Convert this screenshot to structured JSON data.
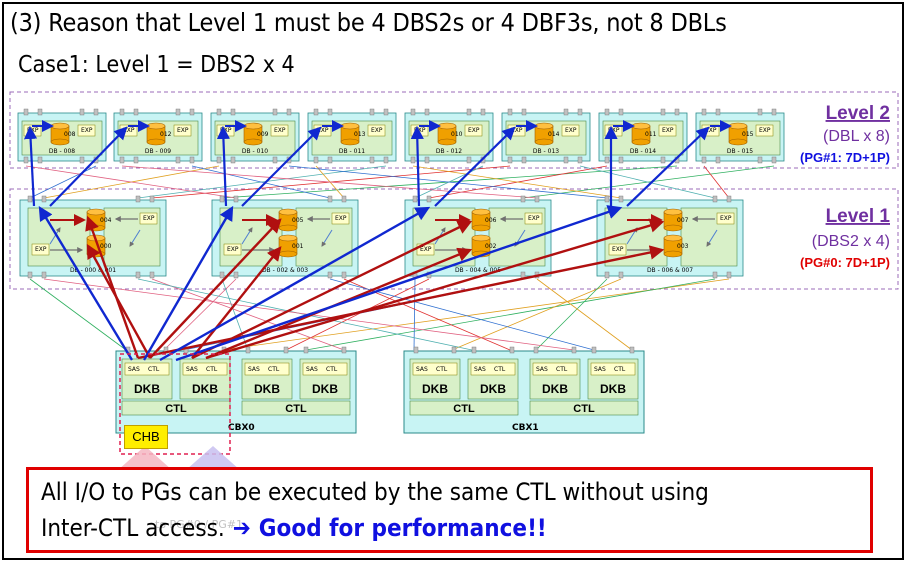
{
  "title": "(3) Reason that Level 1 must be 4 DBS2s or 4 DBF3s, not 8 DBLs",
  "subtitle": "Case1: Level 1 = DBS2 x 4",
  "level2": {
    "title": "Level 2",
    "desc": "(DBL x 8)",
    "pg": "(PG#1: 7D+1P)",
    "pg_color": "#1010e0"
  },
  "level1": {
    "title": "Level 1",
    "desc": "(DBS2 x 4)",
    "pg": "(PG#0: 7D+1P)",
    "pg_color": "#e00000"
  },
  "level2_boxes": [
    {
      "label": "DB - 008",
      "drive": "008"
    },
    {
      "label": "DB - 009",
      "drive": "012"
    },
    {
      "label": "DB - 010",
      "drive": "009"
    },
    {
      "label": "DB - 011",
      "drive": "013"
    },
    {
      "label": "DB - 012",
      "drive": "010"
    },
    {
      "label": "DB - 013",
      "drive": "014"
    },
    {
      "label": "DB - 014",
      "drive": "011"
    },
    {
      "label": "DB - 015",
      "drive": "015"
    }
  ],
  "level1_boxes": [
    {
      "label": "DB - 000 & 001",
      "drive_top": "004",
      "drive_bottom": "000"
    },
    {
      "label": "DB - 002 & 003",
      "drive_top": "005",
      "drive_bottom": "001"
    },
    {
      "label": "DB - 004 & 005",
      "drive_top": "006",
      "drive_bottom": "002"
    },
    {
      "label": "DB - 006 & 007",
      "drive_top": "007",
      "drive_bottom": "003"
    }
  ],
  "exp_label": "EXP",
  "sas_label": "SAS",
  "ctl_small": "CTL",
  "dkb_label": "DKB",
  "ctl_label": "CTL",
  "cbx0": "CBX0",
  "cbx1": "CBX1",
  "chb": "CHB",
  "note": {
    "line1": "All I/O to PGs can be executed by the same CTL without using",
    "line2": "Inter-CTL access.",
    "arrow": "➔",
    "good": "Good for performance!!",
    "ghost": "to PG#0 / PG#1"
  },
  "colors": {
    "panel": "#c8f4f4",
    "inner": "#d8f0c8",
    "label_box": "#ffffcc",
    "drive": "#f0a000",
    "dashed_border": "#9b6bb8",
    "red_arrow": "#b01010",
    "blue_arrow": "#1028d0",
    "chb": "#ffee00"
  }
}
